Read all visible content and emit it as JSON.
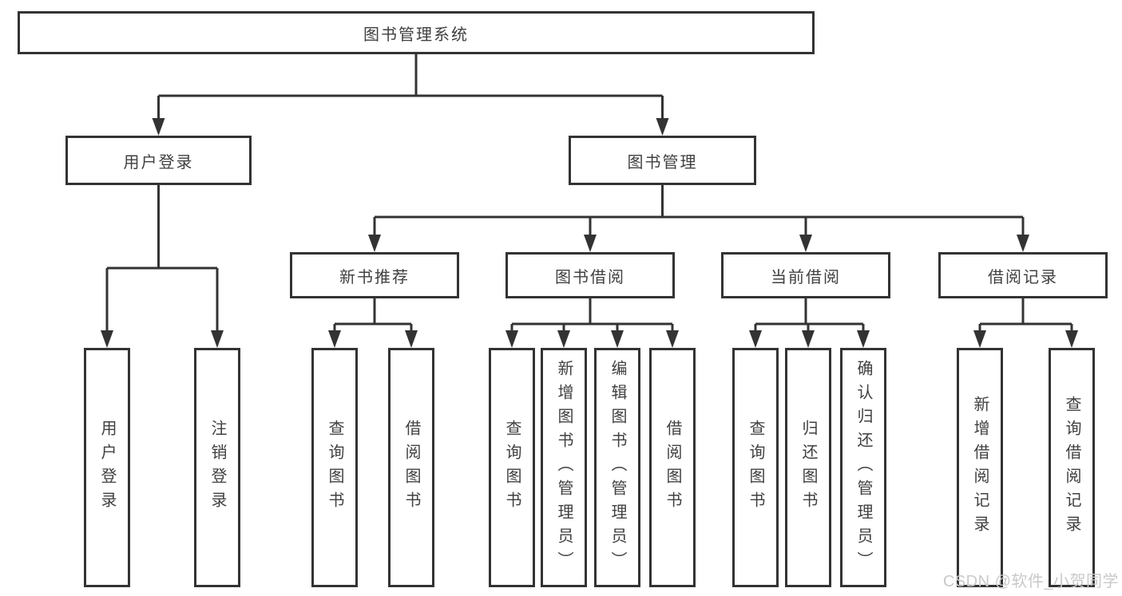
{
  "colors": {
    "line": "#333333",
    "text": "#404040",
    "watermark": "#c9c9c9"
  },
  "watermark": "CSDN @软件_小贺同学",
  "tree": {
    "label": "图书管理系统",
    "children": [
      {
        "label": "用户登录",
        "children": [
          {
            "label": "用户登录"
          },
          {
            "label": "注销登录"
          }
        ]
      },
      {
        "label": "图书管理",
        "children": [
          {
            "label": "新书推荐",
            "children": [
              {
                "label": "查询图书"
              },
              {
                "label": "借阅图书"
              }
            ]
          },
          {
            "label": "图书借阅",
            "children": [
              {
                "label": "查询图书"
              },
              {
                "label": "新增图书（管理员）"
              },
              {
                "label": "编辑图书（管理员）"
              },
              {
                "label": "借阅图书"
              }
            ]
          },
          {
            "label": "当前借阅",
            "children": [
              {
                "label": "查询图书"
              },
              {
                "label": "归还图书"
              },
              {
                "label": "确认归还（管理员）"
              }
            ]
          },
          {
            "label": "借阅记录",
            "children": [
              {
                "label": "新增借阅记录"
              },
              {
                "label": "查询借阅记录"
              }
            ]
          }
        ]
      }
    ]
  }
}
